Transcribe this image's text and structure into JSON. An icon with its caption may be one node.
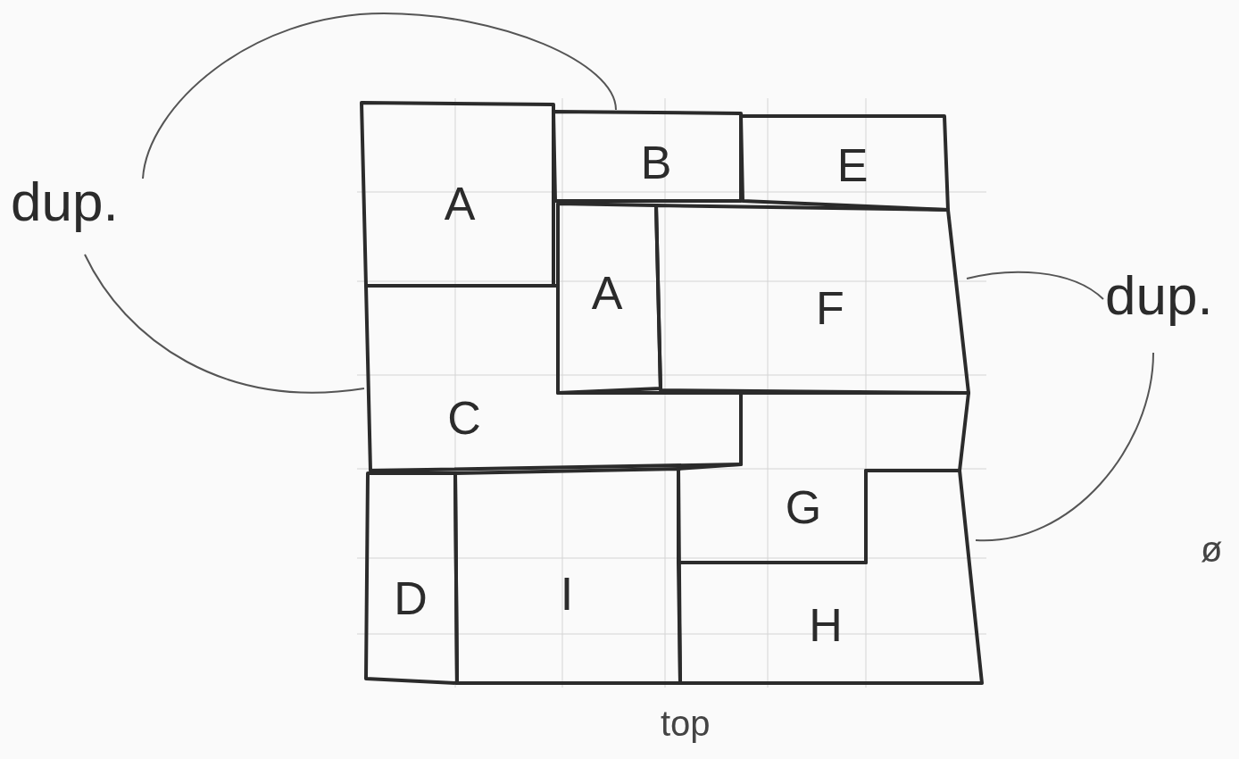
{
  "diagram": {
    "nodes": [
      {
        "text": [
          "A"
        ]
      },
      {
        "text": [
          "B"
        ]
      },
      {
        "text": [
          "E"
        ]
      },
      {
        "text": [
          "A"
        ]
      },
      {
        "text": [
          "F"
        ]
      },
      {
        "text": [
          "C"
        ]
      },
      {
        "text": [
          "G"
        ]
      },
      {
        "text": [
          "D"
        ]
      },
      {
        "text": [
          "I"
        ]
      },
      {
        "text": [
          "H"
        ]
      },
      {
        "text": [
          "dup."
        ]
      },
      {
        "text": [
          "dup."
        ]
      }
    ],
    "edges": [
      {
        "from": 10,
        "to": 1,
        "arrow": "none"
      },
      {
        "from": 10,
        "to": 5,
        "arrow": "none"
      },
      {
        "from": 11,
        "to": 4,
        "arrow": "none"
      },
      {
        "from": 11,
        "to": 9,
        "arrow": "none"
      }
    ],
    "labels": [
      "top",
      "ø"
    ]
  }
}
